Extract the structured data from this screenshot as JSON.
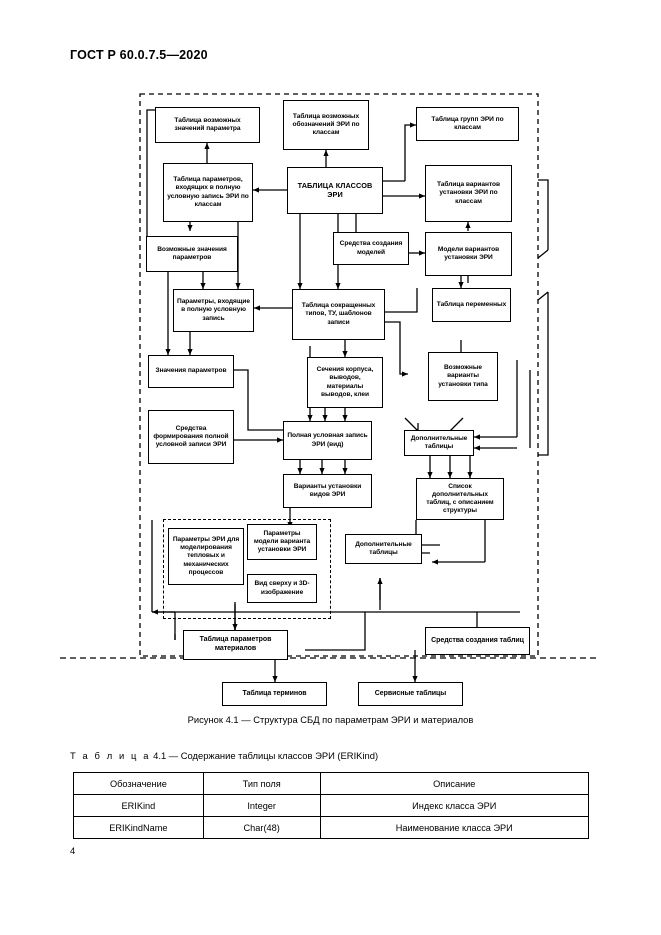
{
  "document": {
    "standard_header": "ГОСТ Р 60.0.7.5—2020",
    "page_number": "4"
  },
  "figure": {
    "caption": "Рисунок 4.1  — Структура СБД по параметрам ЭРИ и материалов",
    "nodes": [
      {
        "id": "n1",
        "label": "Таблица возможных значений параметра"
      },
      {
        "id": "n2",
        "label": "Таблица возможных обозначений ЭРИ по классам"
      },
      {
        "id": "n3",
        "label": "Таблица групп ЭРИ по классам"
      },
      {
        "id": "n4",
        "label": "Таблица параметров, входящих в полную условную запись ЭРИ по классам"
      },
      {
        "id": "n5",
        "label": "ТАБЛИЦА КЛАССОВ ЭРИ"
      },
      {
        "id": "n6",
        "label": "Таблица вариантов установки ЭРИ по классам"
      },
      {
        "id": "n7",
        "label": "Возможные значения параметров"
      },
      {
        "id": "n8",
        "label": "Средства создания моделей"
      },
      {
        "id": "n9",
        "label": "Модели вариантов установки ЭРИ"
      },
      {
        "id": "n10",
        "label": "Параметры, входящие в полную условную запись"
      },
      {
        "id": "n11",
        "label": "Таблица сокращенных типов, ТУ, шаблонов записи"
      },
      {
        "id": "n12",
        "label": "Таблица переменных"
      },
      {
        "id": "n13",
        "label": "Значения параметров"
      },
      {
        "id": "n14",
        "label": "Сечения корпуса, выводов, материалы выводов, клеи"
      },
      {
        "id": "n15",
        "label": "Возможные варианты установки типа"
      },
      {
        "id": "n16",
        "label": "Средства формирования полной условной записи ЭРИ"
      },
      {
        "id": "n17",
        "label": "Полная условная запись ЭРИ (вид)"
      },
      {
        "id": "n18",
        "label": "Дополнительные таблицы"
      },
      {
        "id": "n19",
        "label": "Варианты установки видов ЭРИ"
      },
      {
        "id": "n20",
        "label": "Список дополнительных таблиц, с описанием структуры"
      },
      {
        "id": "n21",
        "label": "Параметры ЭРИ для моделирования тепловых и механических процессов"
      },
      {
        "id": "n22",
        "label": "Параметры модели варианта установки ЭРИ"
      },
      {
        "id": "n23",
        "label": "Вид сверху и 3D-изображение"
      },
      {
        "id": "n24",
        "label": "Дополнительные таблицы"
      },
      {
        "id": "n25",
        "label": "Таблица параметров материалов"
      },
      {
        "id": "n26",
        "label": "Средства создания таблиц"
      },
      {
        "id": "n27",
        "label": "Таблица терминов"
      },
      {
        "id": "n28",
        "label": "Сервисные таблицы"
      }
    ]
  },
  "table": {
    "caption_lead": "Т а б л и ц а",
    "caption_rest": "4.1 — Содержание таблицы классов ЭРИ (ERIKind)",
    "headers": [
      "Обозначение",
      "Тип поля",
      "Описание"
    ],
    "rows": [
      [
        "ERIKind",
        "Integer",
        "Индекс класса ЭРИ"
      ],
      [
        "ERIKindName",
        "Char(48)",
        "Наименование класса ЭРИ"
      ]
    ]
  }
}
